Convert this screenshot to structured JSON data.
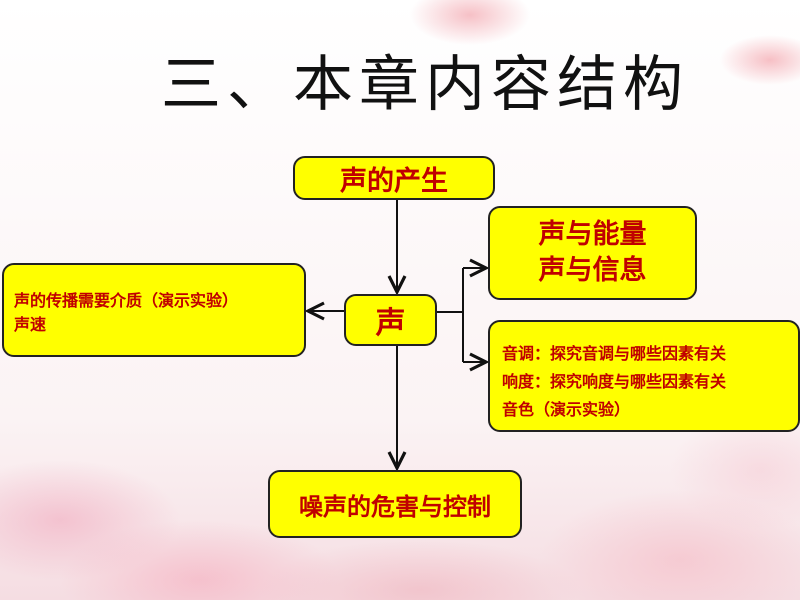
{
  "title": "三、本章内容结构",
  "nodes": {
    "production": "声的产生",
    "center": "声",
    "energy": "声与能量",
    "info": "声与信息",
    "propagation_1": "声的传播需要介质（演示实验）",
    "propagation_2": "声速",
    "pitch": "音调：探究音调与哪些因素有关",
    "loudness": "响度：探究响度与哪些因素有关",
    "timbre": "音色（演示实验）",
    "noise": "噪声的危害与控制"
  }
}
